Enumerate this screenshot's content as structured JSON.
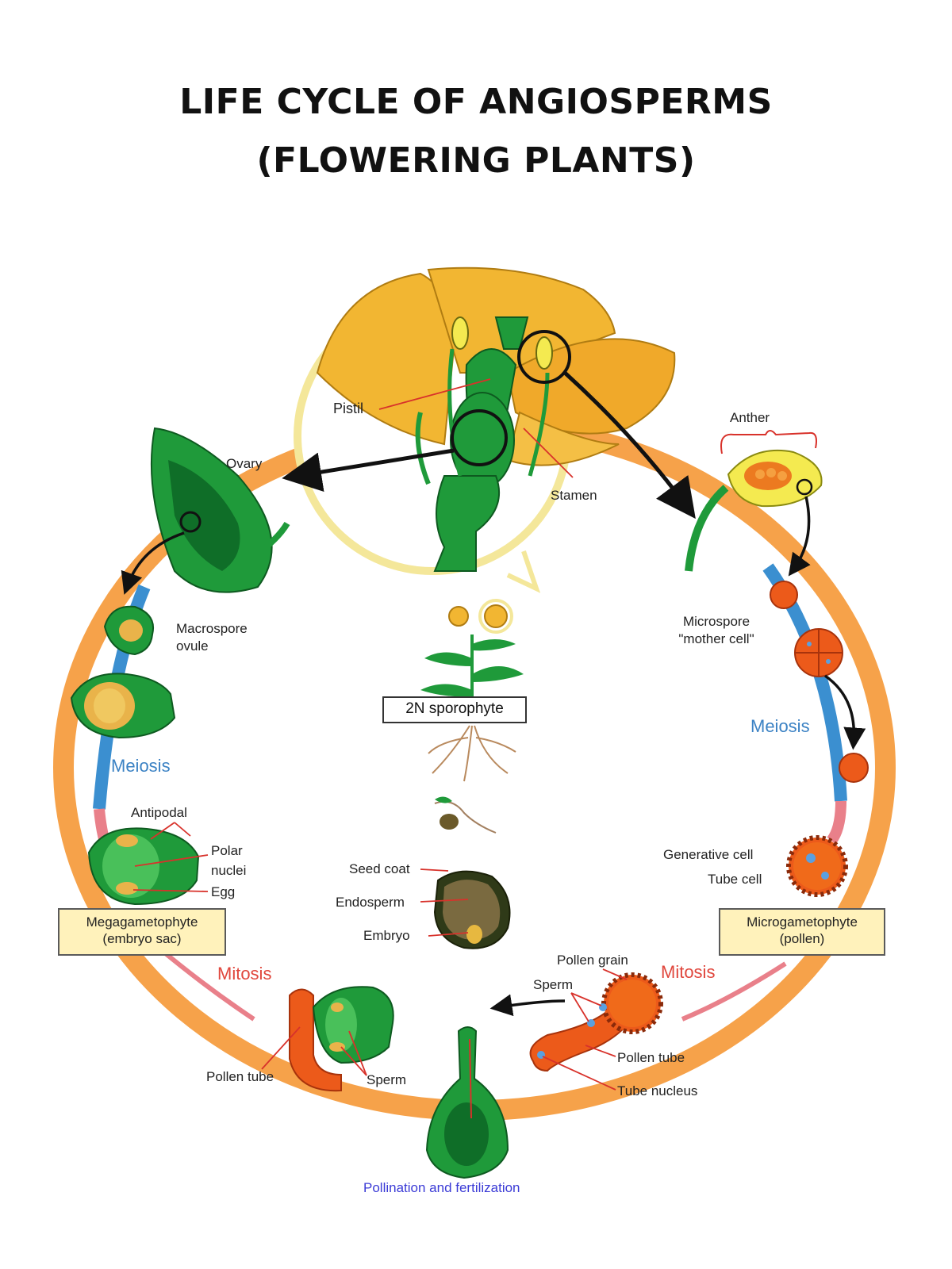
{
  "title": {
    "line1": "LIFE CYCLE OF ANGIOSPERMS",
    "line2": "(FLOWERING PLANTS)"
  },
  "flower_labels": {
    "pistil": "Pistil",
    "stamen": "Stamen",
    "anther": "Anther",
    "ovary": "Ovary"
  },
  "left_branch": {
    "macrospore": "Macrospore",
    "ovule": "ovule",
    "meiosis": "Meiosis",
    "antipodal": "Antipodal",
    "polar": "Polar",
    "nuclei": "nuclei",
    "egg": "Egg",
    "megagametophyte": "Megagametophyte",
    "embryo_sac": "(embryo sac)",
    "mitosis": "Mitosis",
    "pollen_tube": "Pollen tube",
    "sperm": "Sperm"
  },
  "right_branch": {
    "microspore": "Microspore",
    "mother_cell": "\"mother cell\"",
    "meiosis": "Meiosis",
    "generative_cell": "Generative cell",
    "tube_cell": "Tube cell",
    "microgametophyte": "Microgametophyte",
    "pollen": "(pollen)",
    "mitosis": "Mitosis",
    "pollen_grain": "Pollen grain",
    "sperm": "Sperm",
    "pollen_tube": "Pollen tube",
    "tube_nucleus": "Tube nucleus"
  },
  "center": {
    "sporophyte": "2N sporophyte",
    "seed_coat": "Seed coat",
    "endosperm": "Endosperm",
    "embryo": "Embryo"
  },
  "bottom": {
    "pollination": "Pollination and fertilization"
  },
  "colors": {
    "cycle_ring": "#f6a24a",
    "meiosis_arc": "#3b8fd0",
    "mitosis_arc": "#e9808a",
    "plant_green": "#1f9a3a",
    "petal_yellow": "#f2b632",
    "box_fill": "#fff2bb"
  }
}
